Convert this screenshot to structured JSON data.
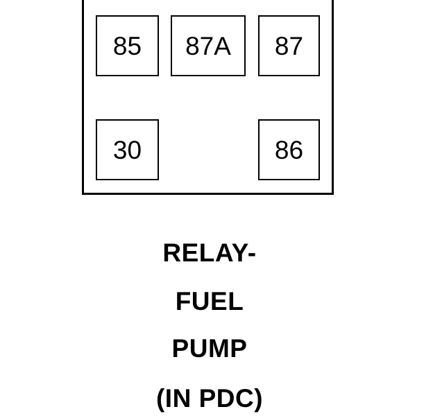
{
  "relay": {
    "terminals": {
      "t85": "85",
      "t87a": "87A",
      "t87": "87",
      "t30": "30",
      "t86": "86"
    }
  },
  "caption": {
    "line1": "RELAY-",
    "line2": "FUEL",
    "line3": "PUMP",
    "line4": "(IN PDC)"
  },
  "colors": {
    "stroke": "#000000",
    "background": "#ffffff"
  }
}
